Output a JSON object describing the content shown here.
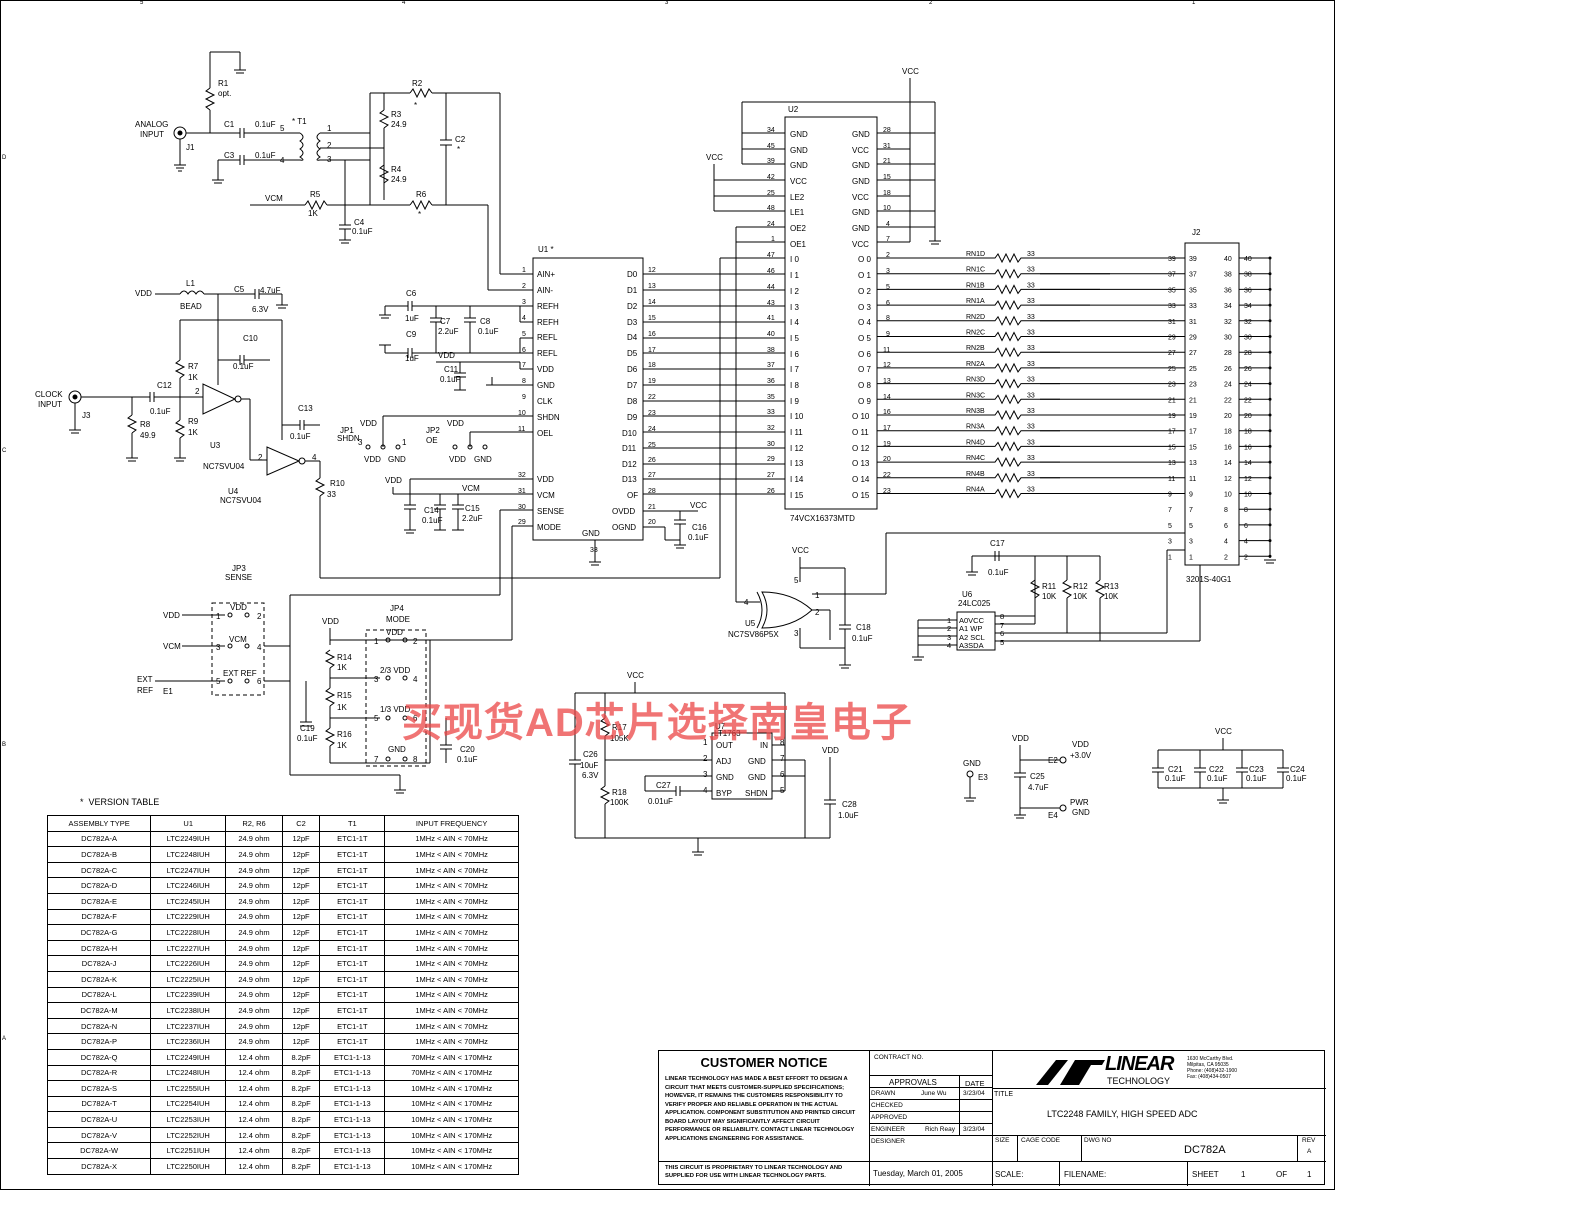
{
  "watermark": "买现货AD芯片选择南皇电子",
  "version_table": {
    "title": "VERSION TABLE",
    "headers": [
      "ASSEMBLY TYPE",
      "U1",
      "R2, R6",
      "C2",
      "T1",
      "INPUT FREQUENCY"
    ],
    "rows": [
      [
        "DC782A-A",
        "LTC2249IUH",
        "24.9 ohm",
        "12pF",
        "ETC1-1T",
        "1MHz < AIN < 70MHz"
      ],
      [
        "DC782A-B",
        "LTC2248IUH",
        "24.9 ohm",
        "12pF",
        "ETC1-1T",
        "1MHz < AIN < 70MHz"
      ],
      [
        "DC782A-C",
        "LTC2247IUH",
        "24.9 ohm",
        "12pF",
        "ETC1-1T",
        "1MHz < AIN < 70MHz"
      ],
      [
        "DC782A-D",
        "LTC2246IUH",
        "24.9 ohm",
        "12pF",
        "ETC1-1T",
        "1MHz < AIN < 70MHz"
      ],
      [
        "DC782A-E",
        "LTC2245IUH",
        "24.9 ohm",
        "12pF",
        "ETC1-1T",
        "1MHz < AIN < 70MHz"
      ],
      [
        "DC782A-F",
        "LTC2229IUH",
        "24.9 ohm",
        "12pF",
        "ETC1-1T",
        "1MHz < AIN < 70MHz"
      ],
      [
        "DC782A-G",
        "LTC2228IUH",
        "24.9 ohm",
        "12pF",
        "ETC1-1T",
        "1MHz < AIN < 70MHz"
      ],
      [
        "DC782A-H",
        "LTC2227IUH",
        "24.9 ohm",
        "12pF",
        "ETC1-1T",
        "1MHz < AIN < 70MHz"
      ],
      [
        "DC782A-J",
        "LTC2226IUH",
        "24.9 ohm",
        "12pF",
        "ETC1-1T",
        "1MHz < AIN < 70MHz"
      ],
      [
        "DC782A-K",
        "LTC2225IUH",
        "24.9 ohm",
        "12pF",
        "ETC1-1T",
        "1MHz < AIN < 70MHz"
      ],
      [
        "DC782A-L",
        "LTC2239IUH",
        "24.9 ohm",
        "12pF",
        "ETC1-1T",
        "1MHz < AIN < 70MHz"
      ],
      [
        "DC782A-M",
        "LTC2238IUH",
        "24.9 ohm",
        "12pF",
        "ETC1-1T",
        "1MHz < AIN < 70MHz"
      ],
      [
        "DC782A-N",
        "LTC2237IUH",
        "24.9 ohm",
        "12pF",
        "ETC1-1T",
        "1MHz < AIN < 70MHz"
      ],
      [
        "DC782A-P",
        "LTC2236IUH",
        "24.9 ohm",
        "12pF",
        "ETC1-1T",
        "1MHz < AIN < 70MHz"
      ],
      [
        "DC782A-Q",
        "LTC2249IUH",
        "12.4 ohm",
        "8.2pF",
        "ETC1-1-13",
        "70MHz < AIN < 170MHz"
      ],
      [
        "DC782A-R",
        "LTC2248IUH",
        "12.4 ohm",
        "8.2pF",
        "ETC1-1-13",
        "70MHz < AIN < 170MHz"
      ],
      [
        "DC782A-S",
        "LTC2255IUH",
        "12.4 ohm",
        "8.2pF",
        "ETC1-1-13",
        "10MHz < AIN < 170MHz"
      ],
      [
        "DC782A-T",
        "LTC2254IUH",
        "12.4 ohm",
        "8.2pF",
        "ETC1-1-13",
        "10MHz < AIN < 170MHz"
      ],
      [
        "DC782A-U",
        "LTC2253IUH",
        "12.4 ohm",
        "8.2pF",
        "ETC1-1-13",
        "10MHz < AIN < 170MHz"
      ],
      [
        "DC782A-V",
        "LTC2252IUH",
        "12.4 ohm",
        "8.2pF",
        "ETC1-1-13",
        "10MHz < AIN < 170MHz"
      ],
      [
        "DC782A-W",
        "LTC2251IUH",
        "12.4 ohm",
        "8.2pF",
        "ETC1-1-13",
        "10MHz < AIN < 170MHz"
      ],
      [
        "DC782A-X",
        "LTC2250IUH",
        "12.4 ohm",
        "8.2pF",
        "ETC1-1-13",
        "10MHz < AIN < 170MHz"
      ]
    ]
  },
  "title_block": {
    "notice_title": "CUSTOMER NOTICE",
    "notice_body": "LINEAR TECHNOLOGY HAS MADE A BEST EFFORT TO DESIGN A CIRCUIT THAT MEETS CUSTOMER-SUPPLIED SPECIFICATIONS; HOWEVER, IT REMAINS THE CUSTOMERS RESPONSIBILITY TO VERIFY PROPER AND RELIABLE OPERATION IN THE ACTUAL APPLICATION. COMPONENT SUBSTITUTION AND PRINTED CIRCUIT BOARD LAYOUT MAY SIGNIFICANTLY AFFECT CIRCUIT PERFORMANCE OR RELIABILITY. CONTACT LINEAR TECHNOLOGY APPLICATIONS ENGINEERING FOR ASSISTANCE.",
    "notice_proprietary": "THIS CIRCUIT IS PROPRIETARY TO LINEAR TECHNOLOGY AND SUPPLIED FOR USE WITH LINEAR TECHNOLOGY PARTS.",
    "contract_no": "CONTRACT NO.",
    "approvals": "APPROVALS",
    "date": "DATE",
    "drawn": "DRAWN",
    "drawn_by": "June Wu",
    "drawn_date": "3/23/04",
    "checked": "CHECKED",
    "approved": "APPROVED",
    "engineer": "ENGINEER",
    "engineer_by": "Rich Reay",
    "engineer_date": "3/23/04",
    "designer": "DESIGNER",
    "print_date": "Tuesday, March 01, 2005",
    "company_line1": "LINEAR",
    "company_line2": "TECHNOLOGY",
    "address": [
      "1630 McCarthy Blvd.",
      "Milpitas, CA 95035",
      "Phone: (408)432-1900",
      "Fax: (408)434-0507"
    ],
    "title_label": "TITLE",
    "title": "LTC2248 FAMILY, HIGH SPEED ADC",
    "size_label": "SIZE",
    "cage_label": "CAGE CODE",
    "dwg_label": "DWG NO",
    "dwg_no": "DC782A",
    "rev_label": "REV",
    "rev": "A",
    "scale_label": "SCALE:",
    "filename_label": "FILENAME:",
    "sheet_label": "SHEET",
    "sheet": "1",
    "of_label": "OF",
    "of": "1"
  },
  "border_ticks": {
    "top": [
      "5",
      "4",
      "3",
      "2",
      "1"
    ],
    "side": [
      "D",
      "C",
      "B",
      "A"
    ]
  }
}
